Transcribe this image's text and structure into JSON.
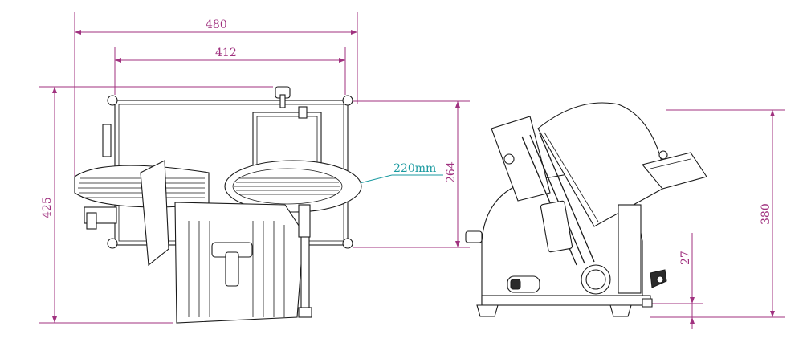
{
  "diagram": {
    "front_view": {
      "width_overall": "480",
      "width_base": "412",
      "height_overall": "425",
      "blade_height": "264",
      "blade_diameter": "220mm"
    },
    "side_view": {
      "height": "380",
      "foot_height": "27"
    },
    "colors": {
      "dimension": "#a0317f",
      "callout": "#1a9aa0",
      "outline": "#1a1a1a"
    }
  }
}
